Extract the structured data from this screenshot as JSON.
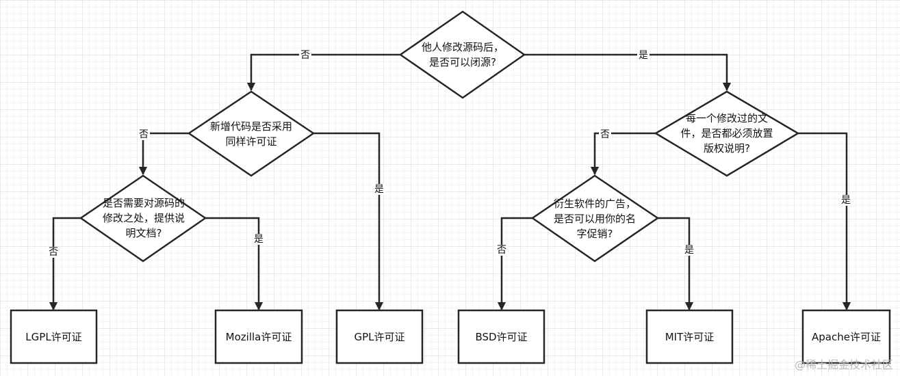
{
  "diagram": {
    "q_close_source": "他人修改源码后，是否可以闭源?",
    "q_same_license": "新增代码是否采用同样许可证",
    "q_document_changes": "是否需要对源码的修改之处，提供说明文档?",
    "q_copyright_notice": "每一个修改过的文件，是否都必须放置版权说明?",
    "q_name_promotion": "衍生软件的广告，是否可以用你的名字促销?",
    "leaf_lgpl": "LGPL许可证",
    "leaf_mozilla": "Mozilla许可证",
    "leaf_gpl": "GPL许可证",
    "leaf_bsd": "BSD许可证",
    "leaf_mit": "MIT许可证",
    "leaf_apache": "Apache许可证",
    "yes": "是",
    "no": "否"
  },
  "watermark": "@稀土掘金技术社区"
}
